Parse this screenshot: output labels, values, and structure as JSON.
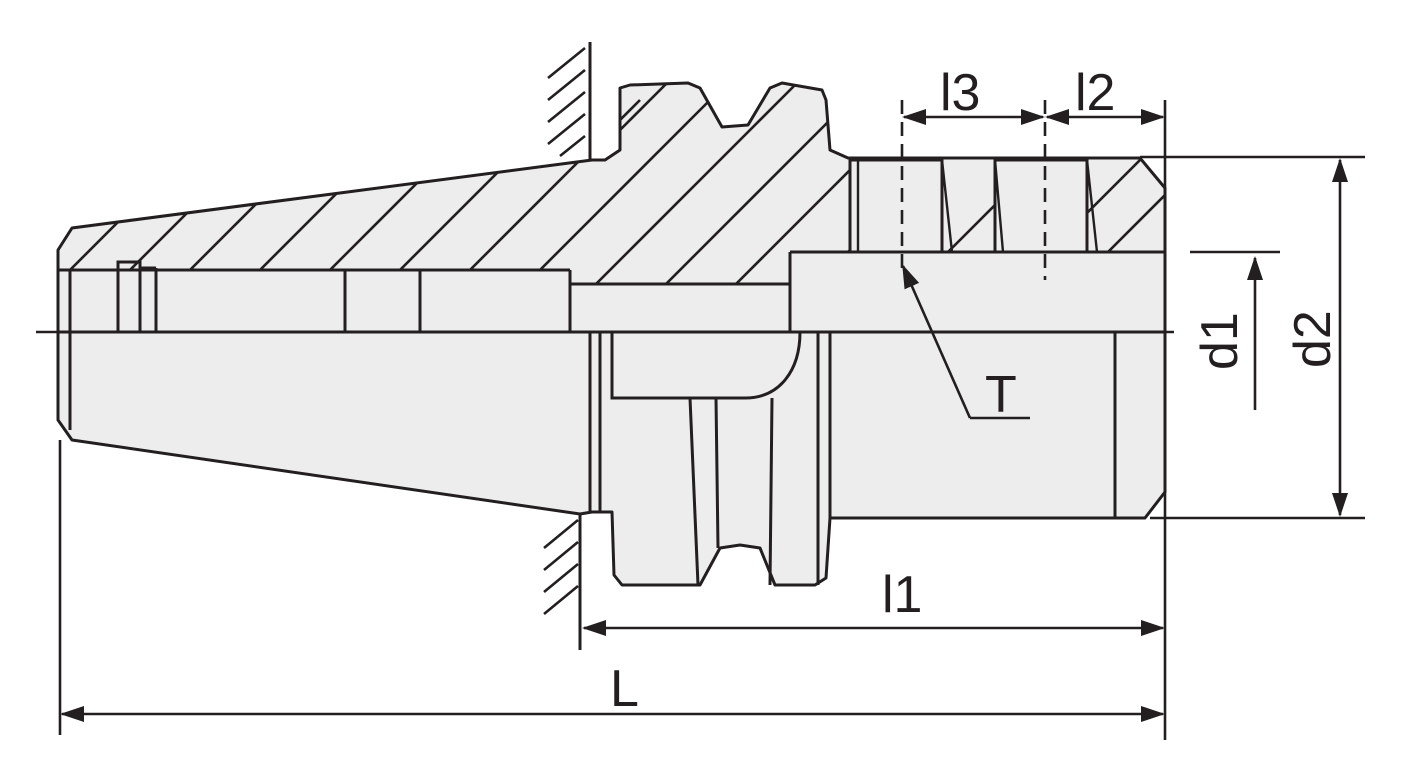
{
  "labels": {
    "l3": "l3",
    "l2": "l2",
    "d1": "d1",
    "d2": "d2",
    "t": "T",
    "l1": "l1",
    "L": "L"
  },
  "colors": {
    "ink": "#231f20",
    "fill": "#ededee",
    "background": "#ffffff"
  }
}
